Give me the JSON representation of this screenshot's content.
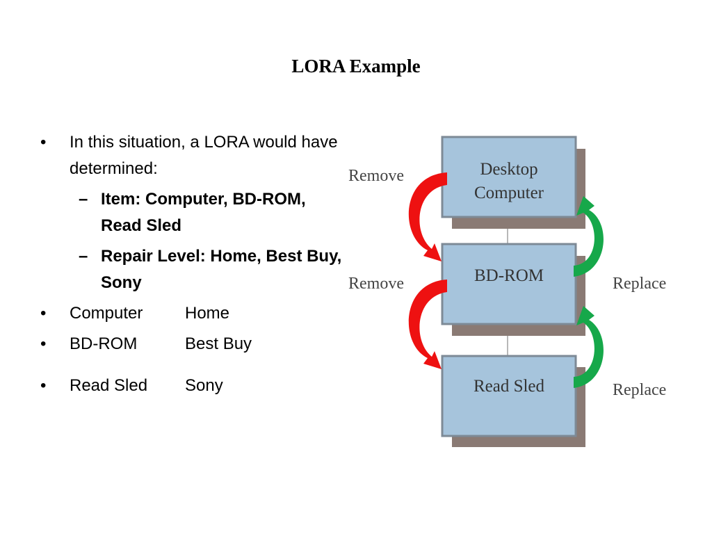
{
  "title": "LORA Example",
  "bullets": {
    "intro": "In this situation, a LORA would have determined:",
    "sub": [
      "Item: Computer, BD-ROM, Read Sled",
      "Repair Level: Home, Best Buy, Sony"
    ],
    "pairs": [
      {
        "item": "Computer",
        "level": "Home"
      },
      {
        "item": "BD-ROM",
        "level": "Best Buy"
      },
      {
        "item": "Read Sled",
        "level": "Sony"
      }
    ],
    "bullet_glyph": "•",
    "dash_glyph": "–"
  },
  "diagram": {
    "boxes": [
      {
        "line1": "Desktop",
        "line2": "Computer"
      },
      {
        "line1": "BD-ROM"
      },
      {
        "line1": "Read Sled"
      }
    ],
    "remove_labels": [
      "Remove",
      "Remove"
    ],
    "replace_labels": [
      "Replace",
      "Replace"
    ],
    "colors": {
      "box_fill": "#a6c4dc",
      "box_shadow": "#8a7a74",
      "remove_arrow": "#ee1111",
      "replace_arrow": "#16a84a"
    }
  }
}
